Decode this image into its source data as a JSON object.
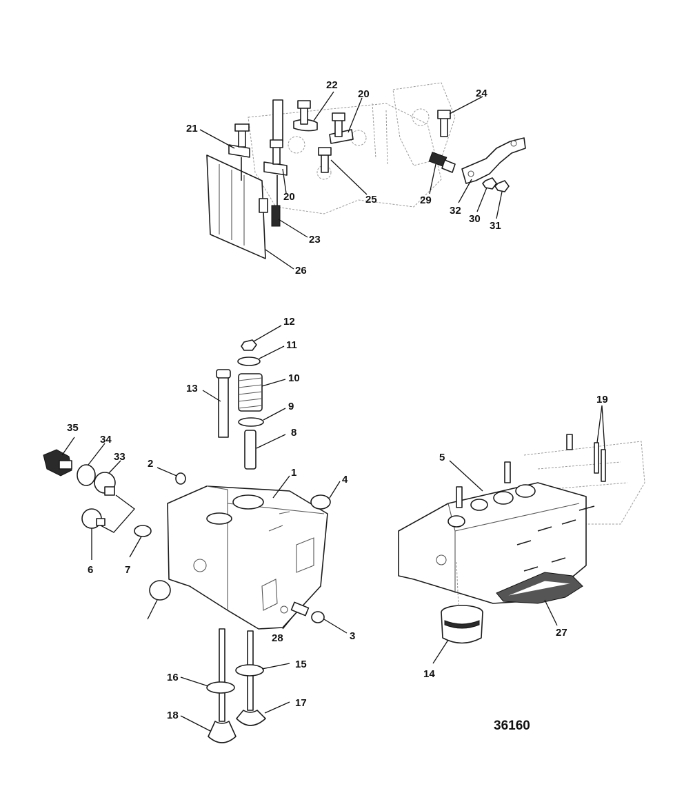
{
  "figure_number": "36160",
  "callouts": [
    "1",
    "2",
    "3",
    "4",
    "5",
    "6",
    "7",
    "8",
    "9",
    "10",
    "11",
    "12",
    "13",
    "14",
    "15",
    "16",
    "17",
    "18",
    "19",
    "20",
    "20",
    "21",
    "22",
    "23",
    "24",
    "25",
    "26",
    "27",
    "28",
    "29",
    "30",
    "31",
    "32",
    "33",
    "34",
    "35"
  ]
}
